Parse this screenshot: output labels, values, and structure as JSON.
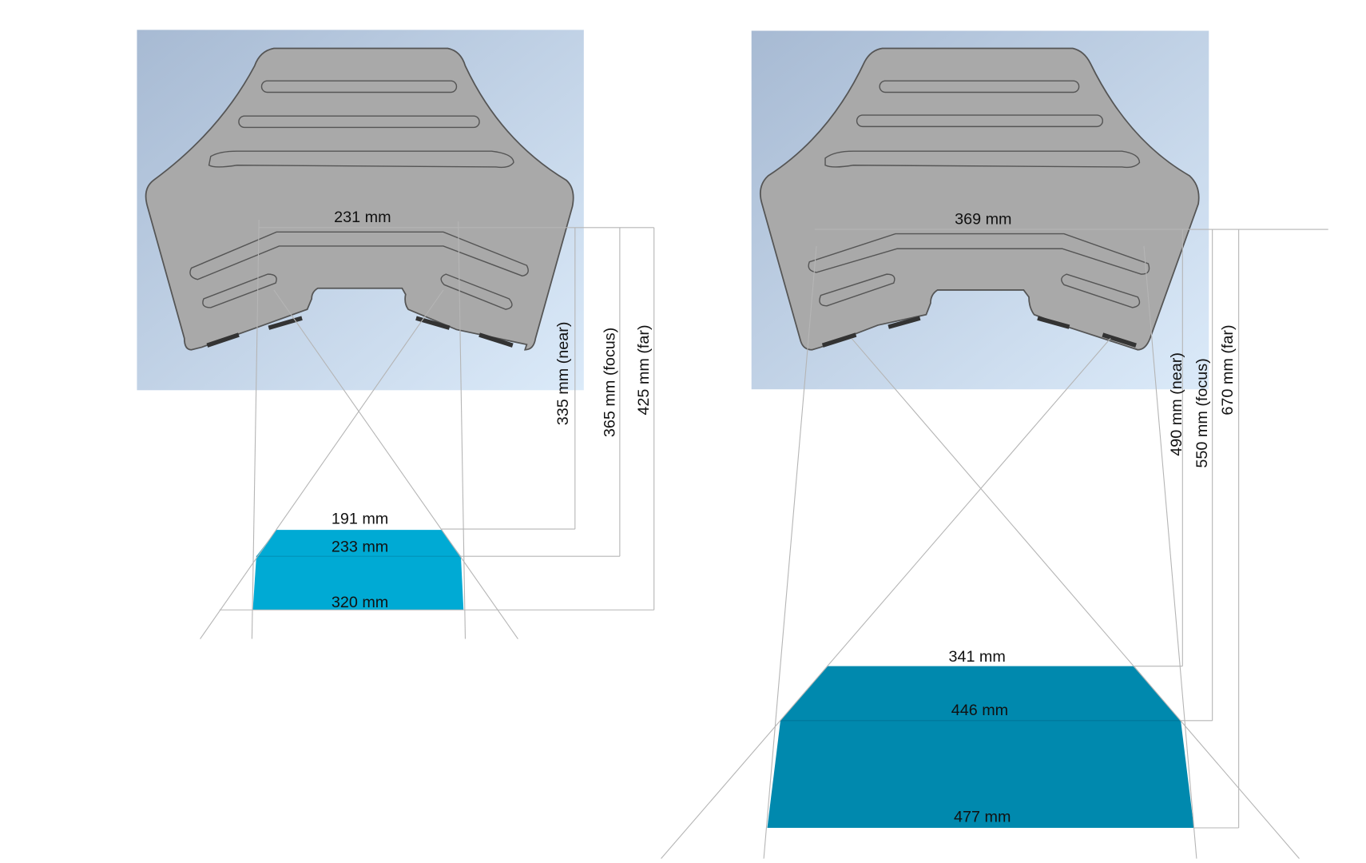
{
  "colors": {
    "background_panel_top": "#a9bcd6",
    "background_panel_bottom": "#d8e8f8",
    "seat_fill": "#a9a9a9",
    "fov_left": "#00aad4",
    "fov_right": "#0089ae"
  },
  "left": {
    "sensor_spacing": "231 mm",
    "distances": {
      "near": "335 mm (near)",
      "focus": "365 mm (focus)",
      "far": "425 mm (far)"
    },
    "widths": {
      "near": "191 mm",
      "focus": "233 mm",
      "far": "320 mm"
    }
  },
  "right": {
    "sensor_spacing": "369 mm",
    "distances": {
      "near": "490 mm (near)",
      "focus": "550 mm (focus)",
      "far": "670 mm (far)"
    },
    "widths": {
      "near": "341 mm",
      "focus": "446 mm",
      "far": "477 mm"
    }
  }
}
